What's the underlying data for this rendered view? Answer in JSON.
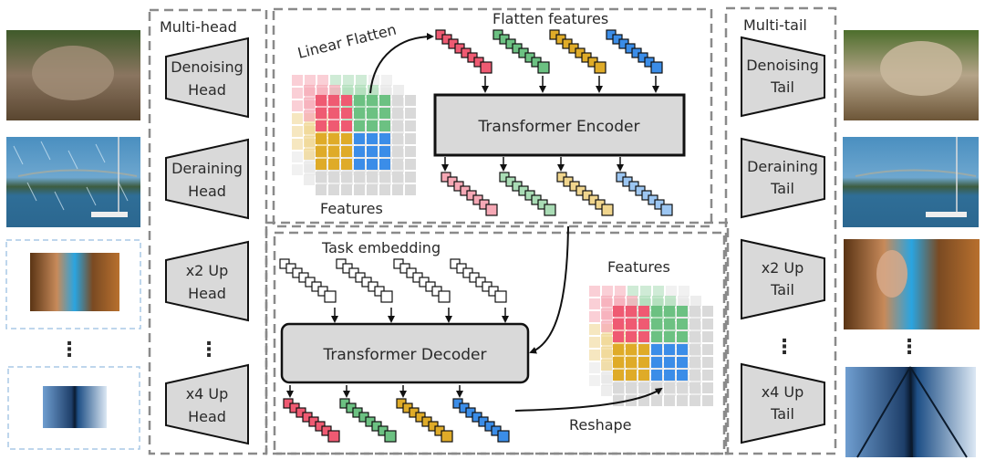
{
  "figure": {
    "multi_head": {
      "title": "Multi-head",
      "heads": [
        {
          "line1": "Denoising",
          "line2": "Head"
        },
        {
          "line1": "Deraining",
          "line2": "Head"
        },
        {
          "line1": "x2 Up",
          "line2": "Head"
        },
        {
          "line1": "x4 Up",
          "line2": "Head"
        }
      ],
      "ellipsis": "⋮"
    },
    "multi_tail": {
      "title": "Multi-tail",
      "tails": [
        {
          "line1": "Denoising",
          "line2": "Tail"
        },
        {
          "line1": "Deraining",
          "line2": "Tail"
        },
        {
          "line1": "x2 Up",
          "line2": "Tail"
        },
        {
          "line1": "x4 Up",
          "line2": "Tail"
        }
      ],
      "ellipsis": "⋮"
    },
    "encoder_block": {
      "linear_flatten_label": "Linear Flatten",
      "features_label": "Features",
      "flatten_features_label": "Flatten features",
      "encoder_label": "Transformer Encoder"
    },
    "decoder_block": {
      "task_embedding_label": "Task embedding",
      "decoder_label": "Transformer Decoder",
      "features_label": "Features",
      "reshape_label": "Reshape"
    },
    "input_images": [
      {
        "name": "noisy-bird-image",
        "desc": "noisy bird chicks"
      },
      {
        "name": "rainy-bridge-image",
        "desc": "rainy bridge and sailboat"
      },
      {
        "name": "lowres-face-tower-image",
        "desc": "low-res city face tower"
      },
      {
        "name": "lowres-building-image",
        "desc": "low-res glass building"
      }
    ],
    "output_images": [
      {
        "name": "clean-bird-image",
        "desc": "denoised bird chicks"
      },
      {
        "name": "clean-bridge-image",
        "desc": "derained bridge and sailboat"
      },
      {
        "name": "hires-face-tower-image",
        "desc": "x2 upscaled city face tower"
      },
      {
        "name": "hires-building-image",
        "desc": "x4 upscaled glass building"
      }
    ],
    "colors": {
      "red": "#ef5a72",
      "green": "#6cc182",
      "yellow": "#dfab28",
      "blue": "#3b8de8",
      "grey": "#d9d9d9",
      "red_light": "#f6a8b5",
      "green_light": "#a9dcb5",
      "yellow_light": "#f0d58d",
      "blue_light": "#9cc6f2",
      "block_fill": "#d9d9d9",
      "dash": "#8a8a8a"
    }
  }
}
